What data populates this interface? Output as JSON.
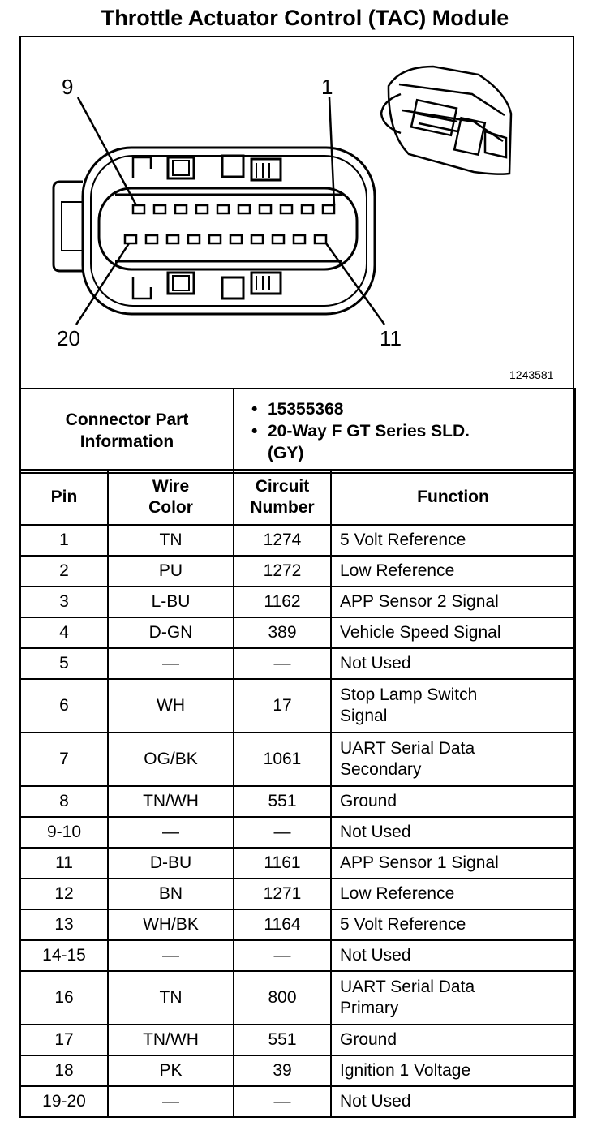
{
  "title": "Throttle Actuator Control (TAC) Module",
  "diagram": {
    "pin_labels": {
      "top_left": "9",
      "top_right": "1",
      "bottom_left": "20",
      "bottom_right": "11"
    },
    "figure_number": "1243581"
  },
  "connector": {
    "label": "Connector Part Information",
    "items": [
      "15355368",
      "20-Way F GT Series SLD. (GY)"
    ]
  },
  "table": {
    "headers": {
      "pin": "Pin",
      "wire_color": "Wire Color",
      "circuit_number": "Circuit Number",
      "function": "Function"
    },
    "rows": [
      {
        "pin": "1",
        "wire": "TN",
        "circuit": "1274",
        "function": "5 Volt Reference"
      },
      {
        "pin": "2",
        "wire": "PU",
        "circuit": "1272",
        "function": "Low Reference"
      },
      {
        "pin": "3",
        "wire": "L-BU",
        "circuit": "1162",
        "function": "APP Sensor 2 Signal"
      },
      {
        "pin": "4",
        "wire": "D-GN",
        "circuit": "389",
        "function": "Vehicle Speed Signal"
      },
      {
        "pin": "5",
        "wire": "—",
        "circuit": "—",
        "function": "Not Used"
      },
      {
        "pin": "6",
        "wire": "WH",
        "circuit": "17",
        "function": "Stop Lamp Switch Signal"
      },
      {
        "pin": "7",
        "wire": "OG/BK",
        "circuit": "1061",
        "function": "UART Serial Data Secondary"
      },
      {
        "pin": "8",
        "wire": "TN/WH",
        "circuit": "551",
        "function": "Ground"
      },
      {
        "pin": "9-10",
        "wire": "—",
        "circuit": "—",
        "function": "Not Used"
      },
      {
        "pin": "11",
        "wire": "D-BU",
        "circuit": "1161",
        "function": "APP Sensor 1 Signal"
      },
      {
        "pin": "12",
        "wire": "BN",
        "circuit": "1271",
        "function": "Low Reference"
      },
      {
        "pin": "13",
        "wire": "WH/BK",
        "circuit": "1164",
        "function": "5 Volt Reference"
      },
      {
        "pin": "14-15",
        "wire": "—",
        "circuit": "—",
        "function": "Not Used"
      },
      {
        "pin": "16",
        "wire": "TN",
        "circuit": "800",
        "function": "UART Serial Data Primary"
      },
      {
        "pin": "17",
        "wire": "TN/WH",
        "circuit": "551",
        "function": "Ground"
      },
      {
        "pin": "18",
        "wire": "PK",
        "circuit": "39",
        "function": "Ignition 1 Voltage"
      },
      {
        "pin": "19-20",
        "wire": "—",
        "circuit": "—",
        "function": "Not Used"
      }
    ]
  }
}
